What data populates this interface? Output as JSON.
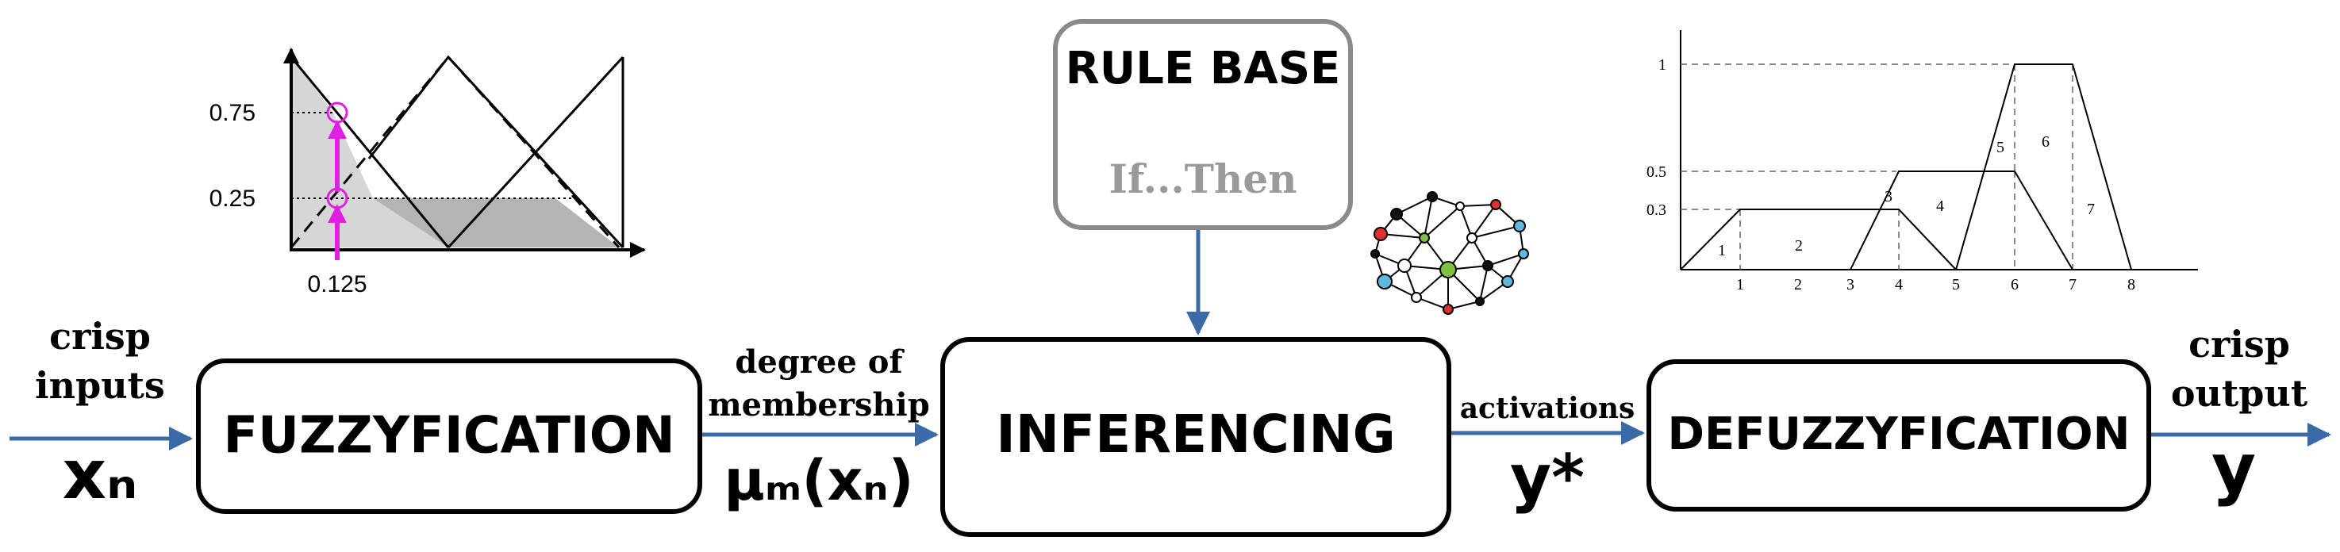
{
  "colors": {
    "arrow": "#3a6aa8",
    "box_border": "#000000",
    "rule_border": "#8a8a8a",
    "rule_subtext": "#9a9a9a",
    "magenta": "#e020e0",
    "red_axis": "#d01010",
    "blue_label": "#3040c0"
  },
  "boxes": {
    "fuzzification": "FUZZYFICATION",
    "inferencing": "INFERENCING",
    "defuzzification": "DEFUZZYFICATION",
    "rule_base": "RULE BASE",
    "rule_base_sub": "If...Then"
  },
  "labels": {
    "crisp_inputs_1": "crisp",
    "crisp_inputs_2": "inputs",
    "xn": "xₙ",
    "degree_1": "degree of",
    "degree_2": "membership",
    "mu": "μₘ(xₙ)",
    "activations": "activations",
    "ystar": "y*",
    "crisp_output_1": "crisp",
    "crisp_output_2": "output",
    "y": "y"
  },
  "membership_chart": {
    "y_ticks": [
      "0.75",
      "0.25"
    ],
    "x_tick": "0.125"
  },
  "output_chart": {
    "y_ticks": [
      "1",
      "0.5",
      "0.3"
    ],
    "x_ticks": [
      "1",
      "2",
      "3",
      "4",
      "5",
      "6",
      "7",
      "8"
    ],
    "region_labels": [
      "1",
      "2",
      "3",
      "4",
      "5",
      "6",
      "7"
    ]
  },
  "icons": [
    "brain-network-icon"
  ]
}
